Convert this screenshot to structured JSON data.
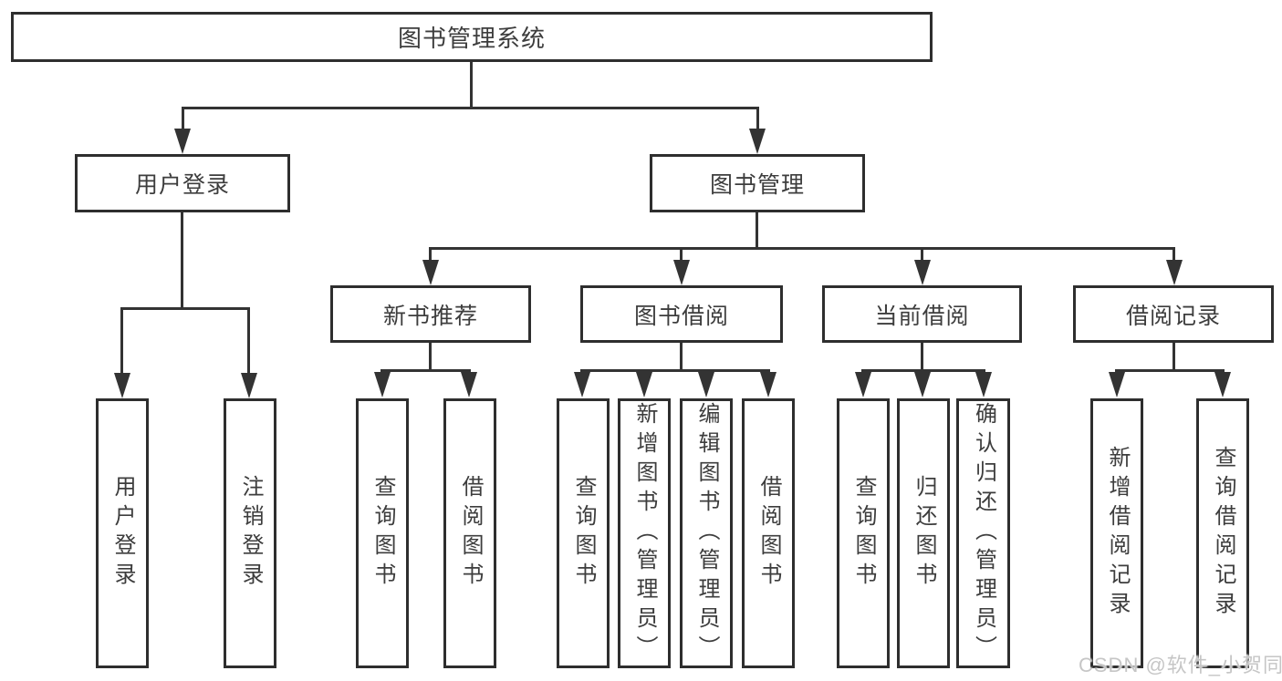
{
  "diagram": {
    "root": {
      "label": "图书管理系统"
    },
    "level2": [
      {
        "label": "用户登录"
      },
      {
        "label": "图书管理"
      }
    ],
    "level3": [
      {
        "label": "新书推荐"
      },
      {
        "label": "图书借阅"
      },
      {
        "label": "当前借阅"
      },
      {
        "label": "借阅记录"
      }
    ],
    "leaves": {
      "user": [
        "用户登录",
        "注销登录"
      ],
      "newbook": [
        "查询图书",
        "借阅图书"
      ],
      "borrow": [
        "查询图书",
        "新增图书（管理员）",
        "编辑图书（管理员）",
        "借阅图书"
      ],
      "current": [
        "查询图书",
        "归还图书",
        "确认归还（管理员）"
      ],
      "records": [
        "新增借阅记录",
        "查询借阅记录"
      ]
    }
  },
  "watermark": {
    "text": "CSDN @软件_小贺同学"
  },
  "colors": {
    "background": "#ffffff",
    "box_border": "#2e2e2e",
    "connector": "#333333",
    "text": "#3d3d3d",
    "watermark": "#c6c6c6"
  }
}
